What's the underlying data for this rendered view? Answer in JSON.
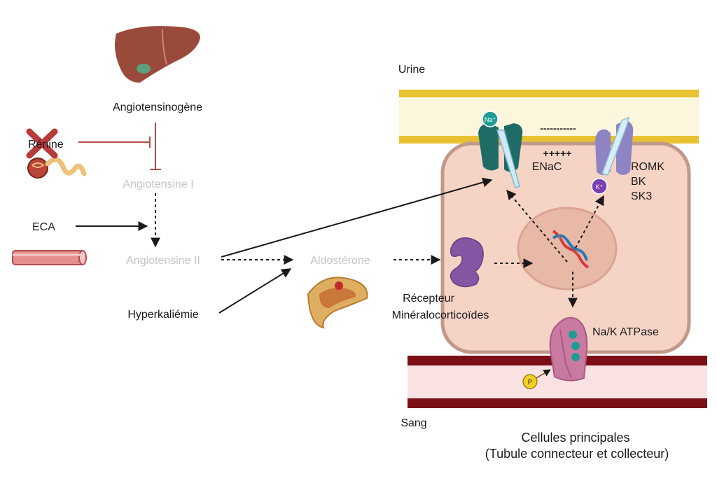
{
  "labels": {
    "angiotensinogen": "Angiotensinogène",
    "renin": "Rénine",
    "angiotensin1": "Angiotensine I",
    "eca": "ECA",
    "angiotensin2": "Angiotensine II",
    "aldosterone": "Aldostérone",
    "hyperkalemia": "Hyperkaliémie",
    "receptor_line1": "Récepteur",
    "receptor_line2": "Minéralocorticoïdes",
    "urine": "Urine",
    "blood": "Sang",
    "enac": "ENaC",
    "plus_charges": "+++++",
    "minus_charges": "-----------",
    "romk": "ROMK",
    "bk": "BK",
    "sk3": "SK3",
    "na_badge": "Na⁺",
    "k_badge": "K⁺",
    "p_badge": "P",
    "atpase": "Na/K ATPase",
    "caption_line1": "Cellules principales",
    "caption_line2": "(Tubule connecteur et collecteur)"
  },
  "colors": {
    "faded_text": "#c4c4c4",
    "inhibition": "#b34a4a",
    "cross": "#b83a3a",
    "urine_wall": "#e8c231",
    "urine_lumen": "#fbf6dc",
    "cell_fill": "#f6d4c5",
    "cell_border": "#c1998a",
    "blood_wall": "#7a0f16",
    "blood_lumen": "#fbe2e2",
    "enac": "#1f6c66",
    "romk": "#8f84c3",
    "receptor": "#8456a3",
    "atpase": "#c97aa1"
  },
  "icons": [
    "liver-icon",
    "cross-icon",
    "kidney-tubule-icon",
    "blood-vessel-icon",
    "adrenal-gland-icon",
    "dna-icon",
    "enac-channel-icon",
    "romk-channel-icon",
    "receptor-icon",
    "atpase-pump-icon"
  ]
}
